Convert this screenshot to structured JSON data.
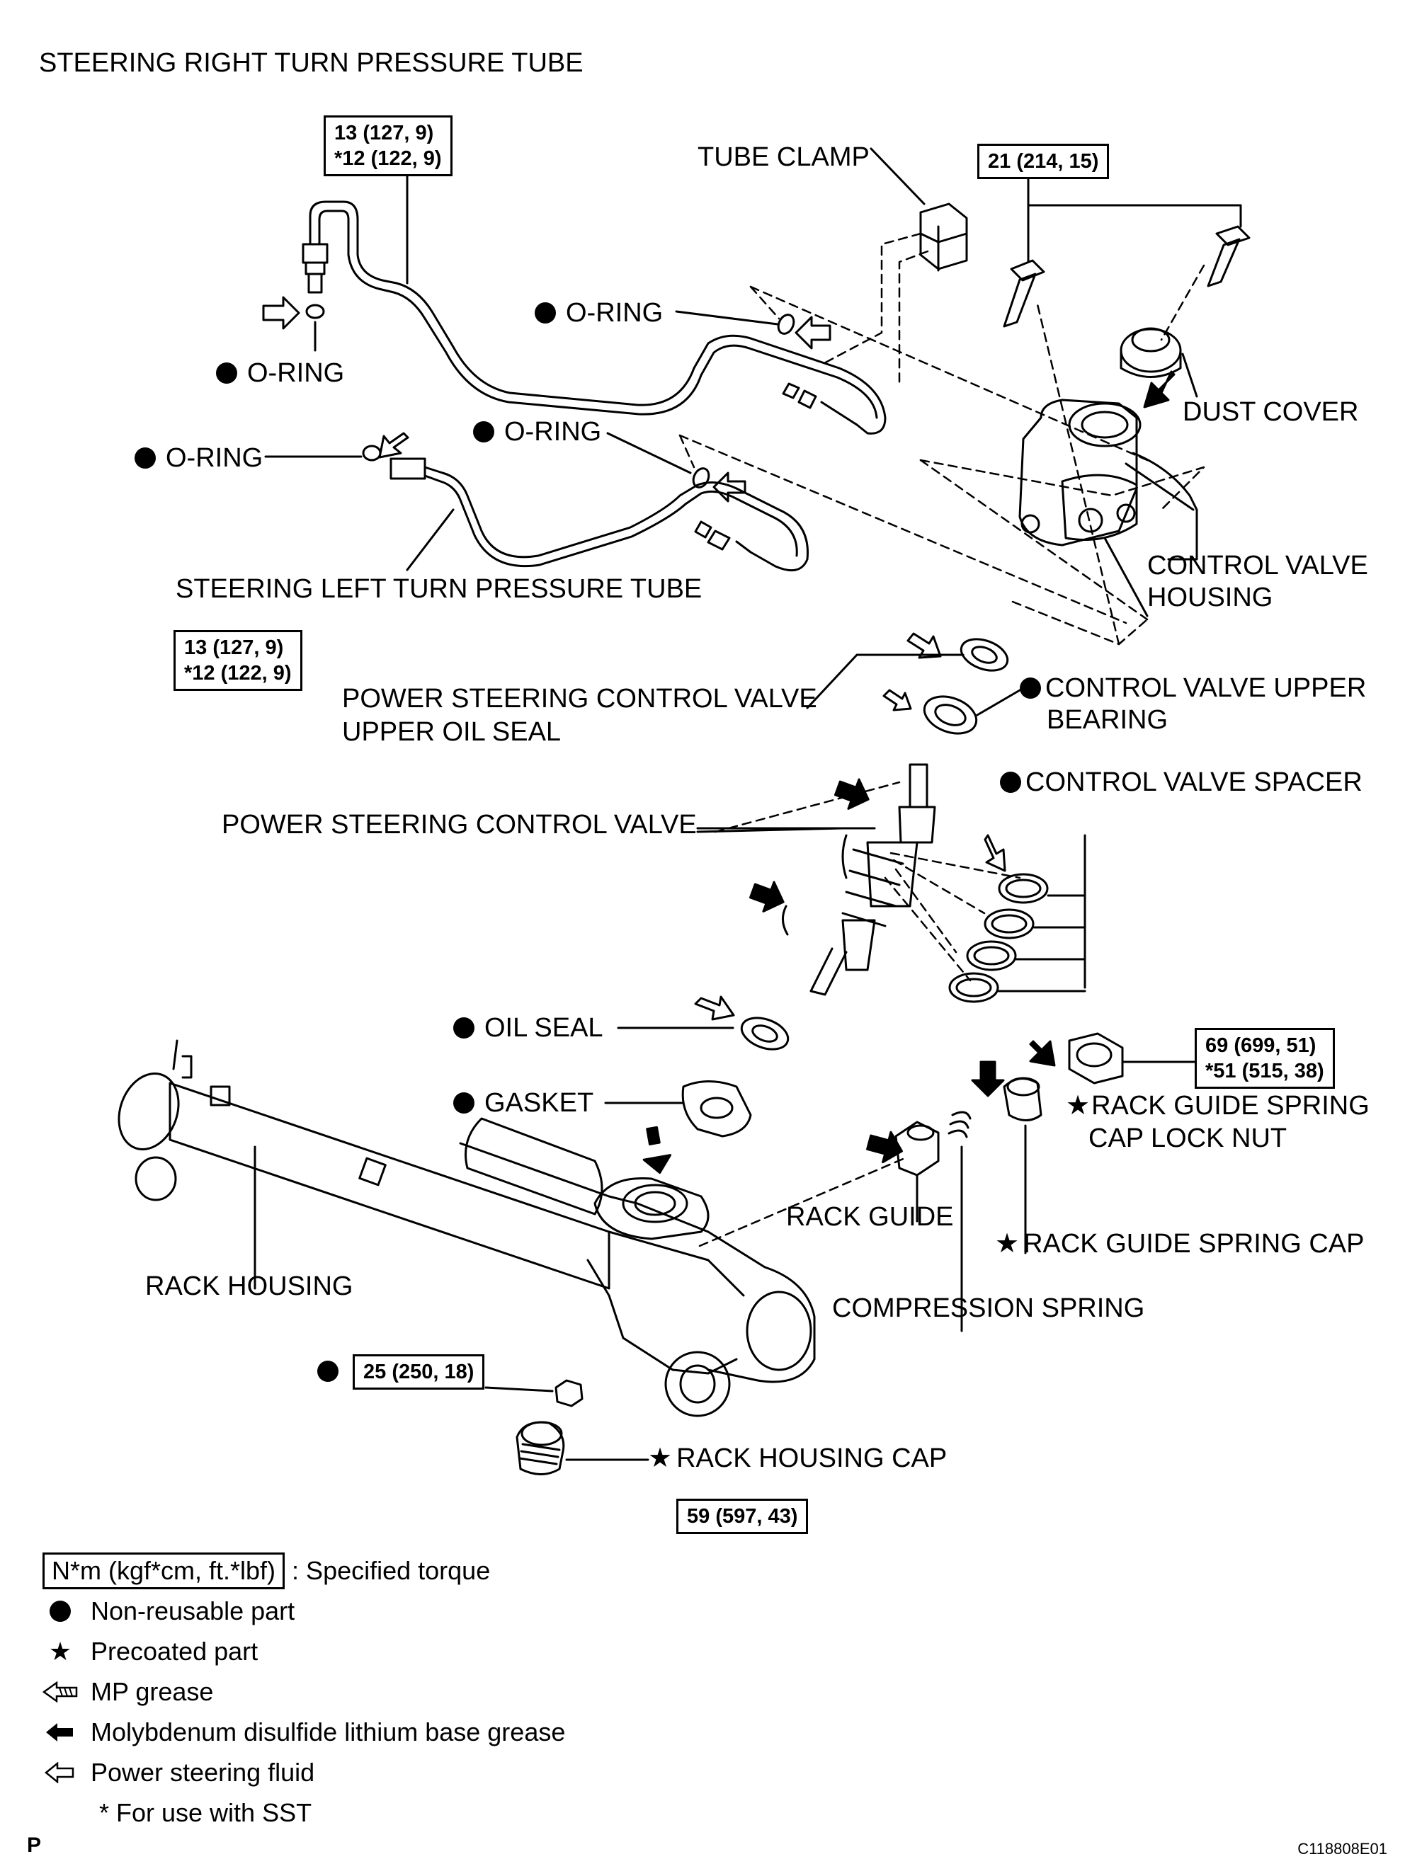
{
  "title": "STEERING RIGHT TURN PRESSURE TUBE",
  "labels": {
    "tube_clamp": "TUBE CLAMP",
    "o_ring_upper_mid": "O-RING",
    "o_ring_upper_left": "O-RING",
    "o_ring_lower_mid": "O-RING",
    "o_ring_lower_left": "O-RING",
    "dust_cover": "DUST COVER",
    "control_valve_housing_1": "CONTROL VALVE",
    "control_valve_housing_2": "HOUSING",
    "left_turn_tube": "STEERING LEFT TURN PRESSURE TUBE",
    "ps_upper_oil_seal_1": "POWER STEERING CONTROL VALVE",
    "ps_upper_oil_seal_2": "UPPER OIL SEAL",
    "upper_bearing_1": "CONTROL VALVE UPPER",
    "upper_bearing_2": "BEARING",
    "valve_spacer": "CONTROL VALVE SPACER",
    "ps_control_valve": "POWER STEERING CONTROL VALVE",
    "oil_seal": "OIL SEAL",
    "gasket": "GASKET",
    "lock_nut_1": "RACK GUIDE SPRING",
    "lock_nut_2": "CAP LOCK NUT",
    "rack_guide": "RACK GUIDE",
    "spring_cap": "RACK GUIDE SPRING CAP",
    "rack_housing": "RACK HOUSING",
    "compression_spring": "COMPRESSION SPRING",
    "rack_housing_cap": "RACK HOUSING CAP"
  },
  "torques": {
    "t1": [
      "13 (127, 9)",
      "*12 (122, 9)"
    ],
    "t2": [
      "21 (214, 15)"
    ],
    "t3": [
      "13 (127, 9)",
      "*12 (122, 9)"
    ],
    "t4": [
      "69 (699, 51)",
      "*51 (515, 38)"
    ],
    "t5": [
      "25 (250, 18)"
    ],
    "t6": [
      "59 (597, 43)"
    ]
  },
  "legend": {
    "box": "N*m (kgf*cm, ft.*lbf)",
    "specified": ": Specified torque",
    "non_reusable": "Non-reusable part",
    "precoated": "Precoated part",
    "mp_grease": "MP grease",
    "moly": "Molybdenum disulfide lithium base grease",
    "fluid": "Power steering fluid",
    "sst": "* For use with SST"
  },
  "footer": {
    "left": "P",
    "right": "C118808E01"
  }
}
